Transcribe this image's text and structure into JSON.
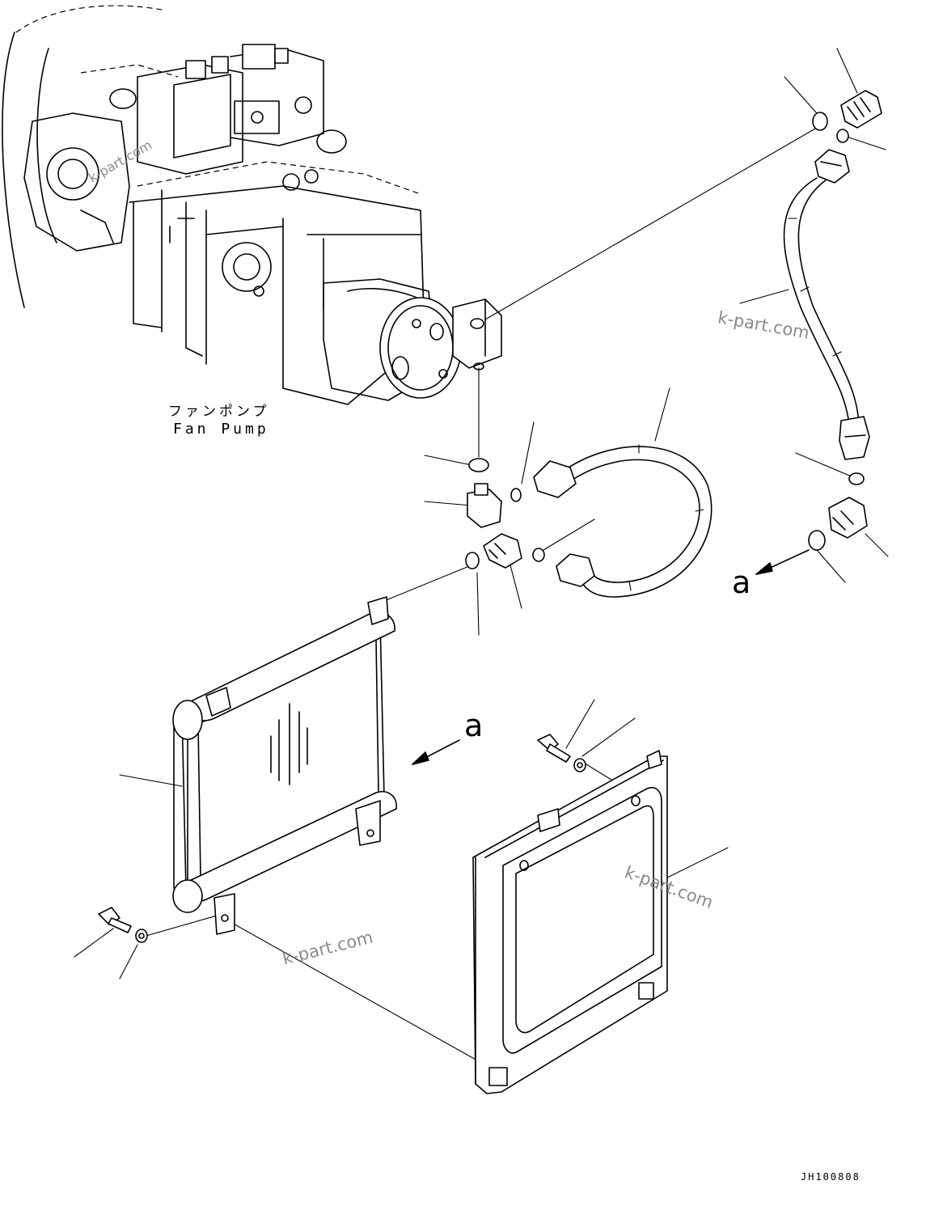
{
  "labels": {
    "fan_pump_jp": "ファンポンプ",
    "fan_pump_en": "Fan Pump",
    "view_arrow_left": "a",
    "view_arrow_right": "a",
    "drawing_id": "JH100808"
  },
  "watermarks": [
    "k-part.com",
    "k-part.com",
    "k-part.com",
    "k-part.com"
  ],
  "parts": [
    {
      "id": "main-pump-assembly"
    },
    {
      "id": "fan-pump"
    },
    {
      "id": "upper-hose"
    },
    {
      "id": "lower-hose"
    },
    {
      "id": "elbow-fittings"
    },
    {
      "id": "o-rings"
    },
    {
      "id": "oil-cooler"
    },
    {
      "id": "cooler-bracket-frame"
    },
    {
      "id": "mounting-bolts"
    },
    {
      "id": "washers"
    }
  ]
}
